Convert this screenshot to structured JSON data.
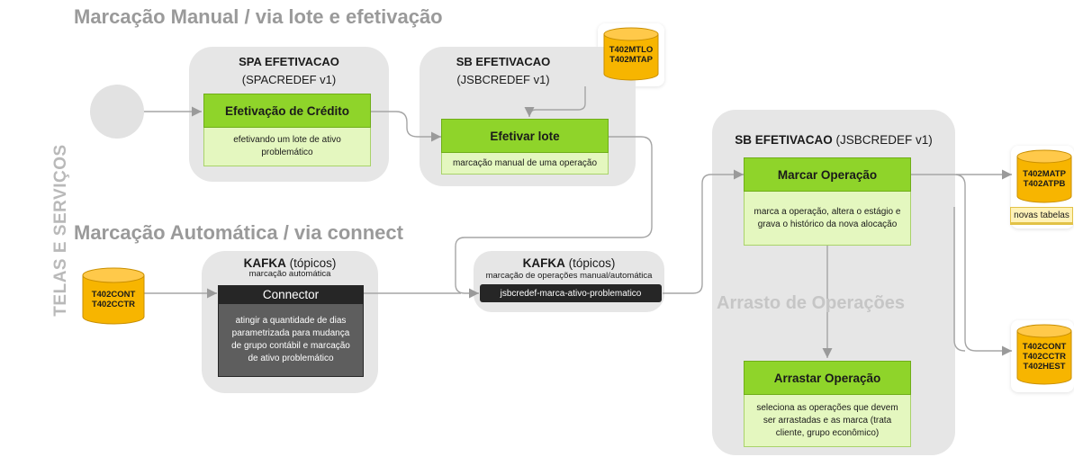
{
  "side_label": "TELAS E SERVIÇOS",
  "sections": {
    "manual": "Marcação Manual / via lote e efetivação",
    "automatic": "Marcação Automática / via connect"
  },
  "spa_panel": {
    "title": "SPA EFETIVACAO",
    "subtitle": "(SPACREDEF v1)",
    "card_title": "Efetivação de Crédito",
    "card_body": "efetivando um lote de ativo problemático"
  },
  "sb_panel": {
    "title": "SB EFETIVACAO",
    "subtitle": "(JSBCREDEF v1)",
    "card_title": "Efetivar lote",
    "card_body": "marcação manual de uma operação",
    "db": [
      "T402MTLO",
      "T402MTAP"
    ]
  },
  "kafka_connector_panel": {
    "title_bold": "KAFKA",
    "title_rest": " (tópicos)",
    "subtitle": "marcação automática",
    "card_title": "Connector",
    "card_body": "atingir a quantidade de dias parametrizada para mudança de grupo contábil e marcação de ativo problemático"
  },
  "kafka_topic_panel": {
    "title_bold": "KAFKA",
    "title_rest": " (tópicos)",
    "subtitle": "marcação de operações manual/automática",
    "topic": "jsbcredef-marca-ativo-problematico"
  },
  "left_db": [
    "T402CONT",
    "T402CCTR"
  ],
  "sb_right_panel": {
    "title_bold": "SB EFETIVACAO",
    "title_rest": " (JSBCREDEF v1)",
    "watermark": "Arrasto de Operações",
    "card1_title": "Marcar Operação",
    "card1_body": "marca a operação, altera o estágio e grava o histórico da nova alocação",
    "card2_title": "Arrastar Operação",
    "card2_body": "seleciona as operações que devem ser arrastadas e as marca (trata cliente, grupo econômico)"
  },
  "right_db_top": [
    "T402MATP",
    "T402ATPB"
  ],
  "right_db_top_note": "novas tabelas",
  "right_db_bottom": [
    "T402CONT",
    "T402CCTR",
    "T402HEST"
  ],
  "colors": {
    "green_header": "#8fd42a",
    "green_body": "#e4f7bf",
    "db_fill": "#f7b500",
    "panel": "#e6e6e6",
    "dark": "#262626"
  }
}
